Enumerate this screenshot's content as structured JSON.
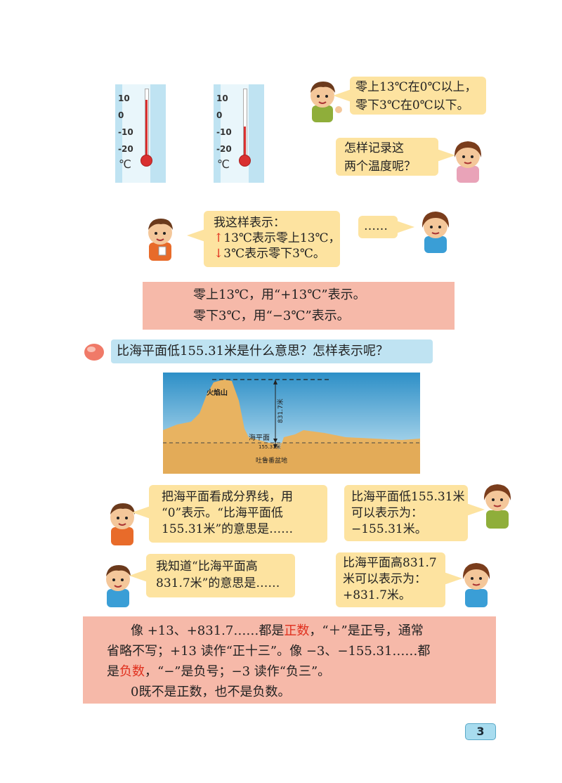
{
  "thermometers": {
    "ticks": [
      "10",
      "0",
      "-10",
      "-20"
    ],
    "unit": "℃",
    "left_temp": 13,
    "right_temp": -3
  },
  "bubbles": {
    "b1": [
      "零上13℃在0℃以上，",
      "零下3℃在0℃以下。"
    ],
    "b2": [
      "怎样记录这",
      "两个温度呢？"
    ],
    "b3": [
      "我这样表示：",
      "13℃表示零上13℃，",
      "3℃表示零下3℃。"
    ],
    "b4": "……",
    "b5": [
      "把海平面看成分界线，用",
      "“0”表示。“比海平面低",
      "155.31米”的意思是……"
    ],
    "b6": [
      "比海平面低155.31米",
      "可以表示为：",
      "−155.31米。"
    ],
    "b7": [
      "我知道“比海平面高",
      "831.7米”的意思是……"
    ],
    "b8": [
      "比海平面高831.7",
      "米可以表示为：",
      "+831.7米。"
    ]
  },
  "summary1": [
    "零上13℃，用“+13℃”表示。",
    "零下3℃，用“−3℃”表示。"
  ],
  "question": "比海平面低155.31米是什么意思？怎样表示呢？",
  "diagram": {
    "mountain_label": "火焰山",
    "height_label": "831.7米",
    "sea_level_label": "海平面",
    "depth_label": "155.31米",
    "basin_label": "吐鲁番盆地"
  },
  "summary2": {
    "p1_a": "像 +13、+831.7……都是",
    "p1_term": "正数",
    "p1_b": "，“＋”是正号，通常",
    "p2": "省略不写；+13 读作“正十三”。像 −3、−155.31……都",
    "p3_a": "是",
    "p3_term": "负数",
    "p3_b": "，“−”是负号；−3 读作“负三”。",
    "p4": "0既不是正数，也不是负数。"
  },
  "page_number": "3"
}
